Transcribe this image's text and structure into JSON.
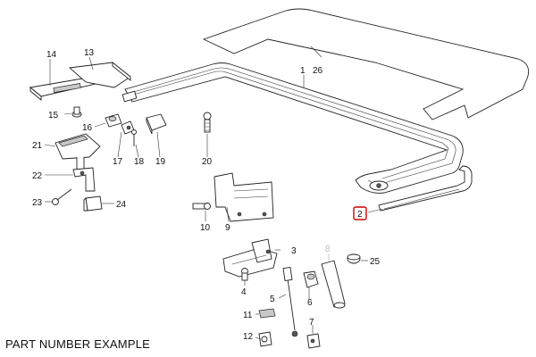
{
  "caption": "PART NUMBER EXAMPLE",
  "callouts": {
    "c1": "1",
    "c26": "26",
    "c2": "2",
    "c3": "3",
    "c4": "4",
    "c5": "5",
    "c6": "6",
    "c7": "7",
    "c8": "8",
    "c9": "9",
    "c10": "10",
    "c11": "11",
    "c12": "12",
    "c13": "13",
    "c14": "14",
    "c15": "15",
    "c16": "16",
    "c17": "17",
    "c18": "18",
    "c19": "19",
    "c20": "20",
    "c21": "21",
    "c22": "22",
    "c23": "23",
    "c24": "24",
    "c25": "25"
  },
  "highlighted_callout": "2",
  "colors": {
    "highlight": "#d00000",
    "ink": "#222222",
    "ghost": "#c9c9c9"
  }
}
